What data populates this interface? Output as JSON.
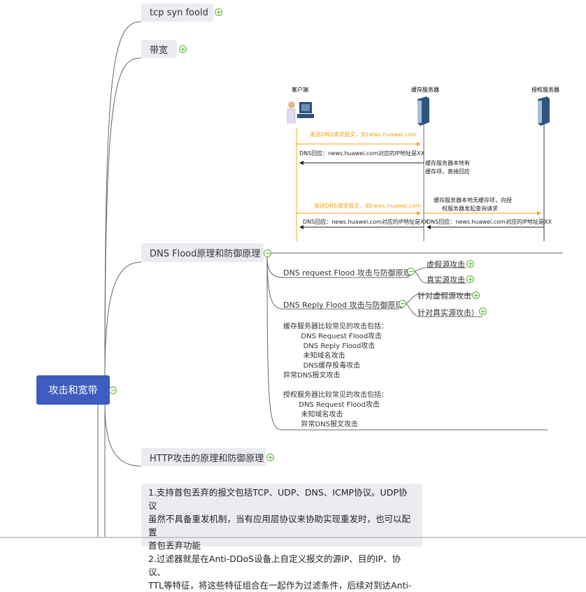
{
  "root": {
    "label": "攻击和宽带"
  },
  "branches": {
    "tcp": {
      "label": "tcp syn foold"
    },
    "bandwidth": {
      "label": "带宽"
    },
    "dns_flood": {
      "label": "DNS Flood原理和防御原理",
      "request": {
        "label": "DNS  request Flood 攻击与防御原理",
        "children": [
          "虚假源攻击",
          "真实源攻击"
        ]
      },
      "reply": {
        "label": "DNS Reply Flood 攻击与防御原理",
        "children": [
          "针对虚假源攻击",
          "针对真实源攻击）"
        ]
      },
      "notes": [
        "缓存服务器比较常见的攻击包括：",
        "        DNS Request Flood攻击",
        "         DNS Reply Flood攻击",
        "         未知域名攻击",
        "         DNS缓存投毒攻击",
        "异常DNS报文攻击",
        "",
        "授权服务器比较常见的攻击包括：",
        "       DNS Request Flood攻击",
        "        未知域名攻击",
        "        异常DNS报文攻击"
      ]
    },
    "http": {
      "label": "HTTP攻击的原理和防御原理"
    },
    "note": {
      "lines": [
        "1.支持首包丢弃的报文包括TCP、UDP、DNS、ICMP协议。UDP协议",
        "虽然不具备重发机制，当有应用层协议来协助实现重发时，也可以配置",
        "首包丢弃功能",
        "2.过滤器就是在Anti-DDoS设备上自定义报文的源IP、目的IP、协议、",
        "TTL等特征，将这些特征组合在一起作为过滤条件，后续对到达Anti-"
      ]
    }
  },
  "diagram": {
    "actors": [
      "客户端",
      "缓存服务器",
      "授权服务器"
    ],
    "msg1": "发送DNS请求报文，如news.huawei.com",
    "msg2": "DNS回应：news.huawei.com对应的IP地址是XX",
    "note1a": "缓存服务器本地有",
    "note1b": "缓存项，直接回应",
    "msg3": "发送DNS请求报文，如news.huawei.com",
    "note2a": "缓存服务器本地无缓存项，向授",
    "note2b": "权服务器发起查询请求",
    "msg4": "DNS回应：news.huawei.com对应的IP地址是XX",
    "msg5": "DNS回应：news.huawei.com对应的IP地址是XX"
  },
  "colors": {
    "root": "#3f5dbf",
    "node": "#ebebf2",
    "toggle": "#58b030",
    "request_arrow": "#f7a21b"
  }
}
